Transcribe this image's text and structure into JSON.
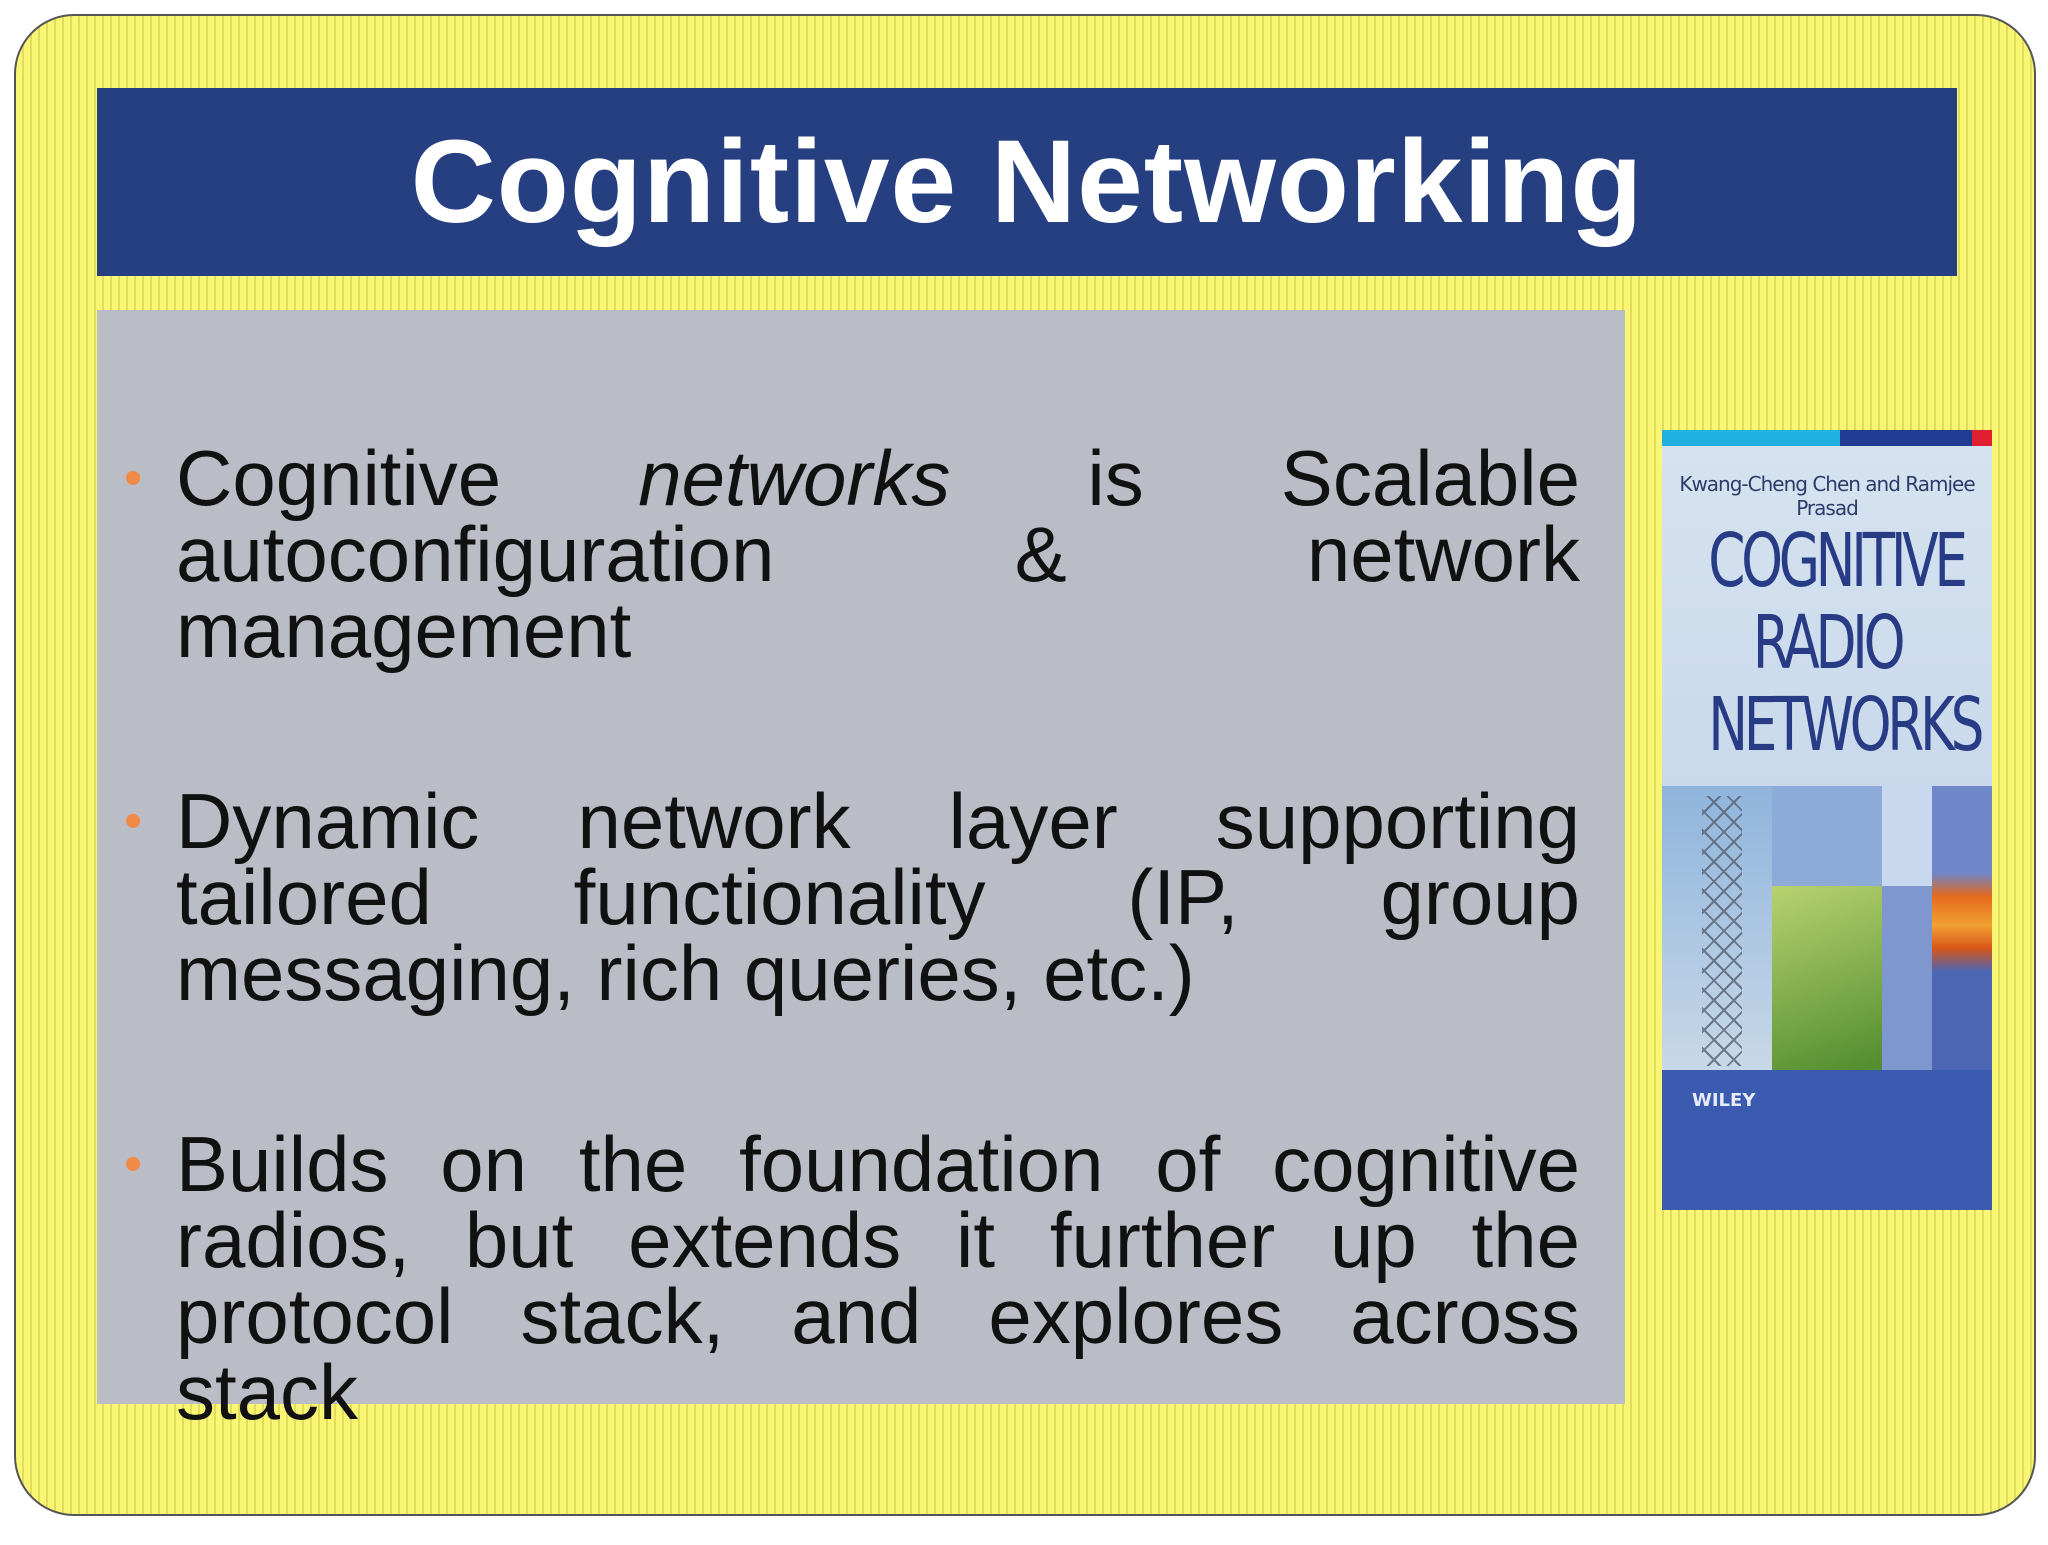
{
  "slide": {
    "title": "Cognitive Networking",
    "bullets": [
      {
        "pre": "Cognitive ",
        "emph": "networks",
        "post": " is Scalable autoconfiguration & network management"
      },
      {
        "pre": "Dynamic network layer supporting tailored functionality (IP, group messaging, rich queries, etc.)",
        "emph": "",
        "post": ""
      },
      {
        "pre": "Builds on the foundation of cognitive radios, but extends it further up the protocol stack, and explores across stack",
        "emph": "",
        "post": ""
      }
    ],
    "bullet_glyph": "•"
  },
  "book_cover": {
    "authors": "Kwang-Cheng Chen and Ramjee Prasad",
    "title_lines": [
      "COGNITIVE",
      "RADIO",
      "NETWORKS"
    ],
    "publisher": "WILEY"
  },
  "colors": {
    "background": "#f7f46f",
    "title_bar": "#263f80",
    "content_panel": "#babcc6",
    "bullet": "#ef8a47",
    "text": "#111111"
  }
}
